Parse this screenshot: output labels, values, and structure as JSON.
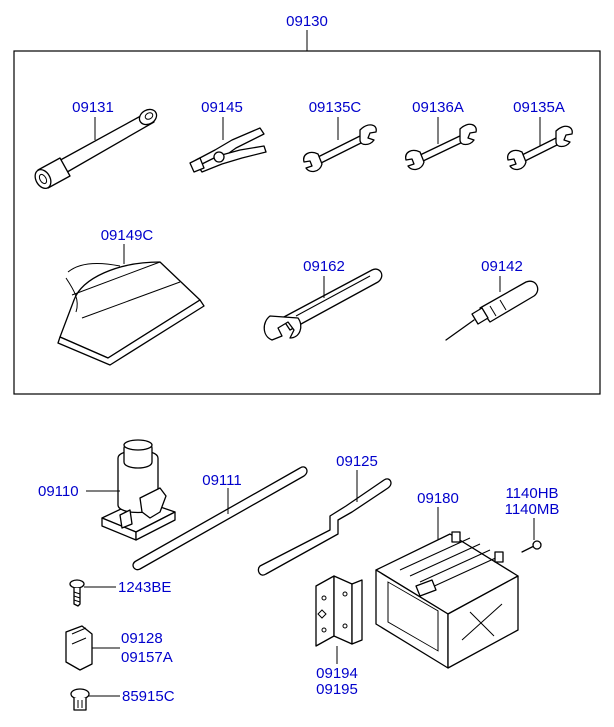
{
  "labels": {
    "kit": "09130",
    "lug_wrench": "09131",
    "pliers": "09145",
    "wrench_c": "09135C",
    "wrench_136a": "09136A",
    "wrench_135a": "09135A",
    "tool_bag": "09149C",
    "adjustable_wrench": "09162",
    "screwdriver": "09142",
    "jack": "09110",
    "jack_handle": "09111",
    "extension_bar": "09125",
    "tool_box": "09180",
    "bolt_a": "1140HB",
    "bolt_b": "1140MB",
    "screw": "1243BE",
    "clip_a": "09128",
    "clip_b": "09157A",
    "bracket_a": "09194",
    "bracket_b": "09195",
    "grommet": "85915C"
  }
}
